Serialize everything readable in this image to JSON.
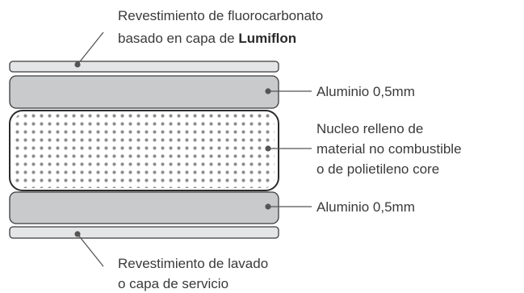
{
  "labels": {
    "top_coating_line1": "Revestimiento de fluorocarbonato",
    "top_coating_line2_prefix": "basado en capa de ",
    "top_coating_brand": "Lumiflon",
    "aluminium_top": "Aluminio 0,5mm",
    "core_line1": "Nucleo relleno de",
    "core_line2": "material no combustible",
    "core_line3": "o de polietileno core",
    "aluminium_bottom": "Aluminio 0,5mm",
    "bottom_coating_line1": "Revestimiento de lavado",
    "bottom_coating_line2": "o capa de servicio"
  },
  "colors": {
    "coating_fill": "#e4e5e7",
    "aluminium_fill": "#c9cacc",
    "core_fill": "#ffffff",
    "dot_fill": "#8c8d90",
    "outline": "#3b3b3b",
    "leader": "#555555"
  }
}
